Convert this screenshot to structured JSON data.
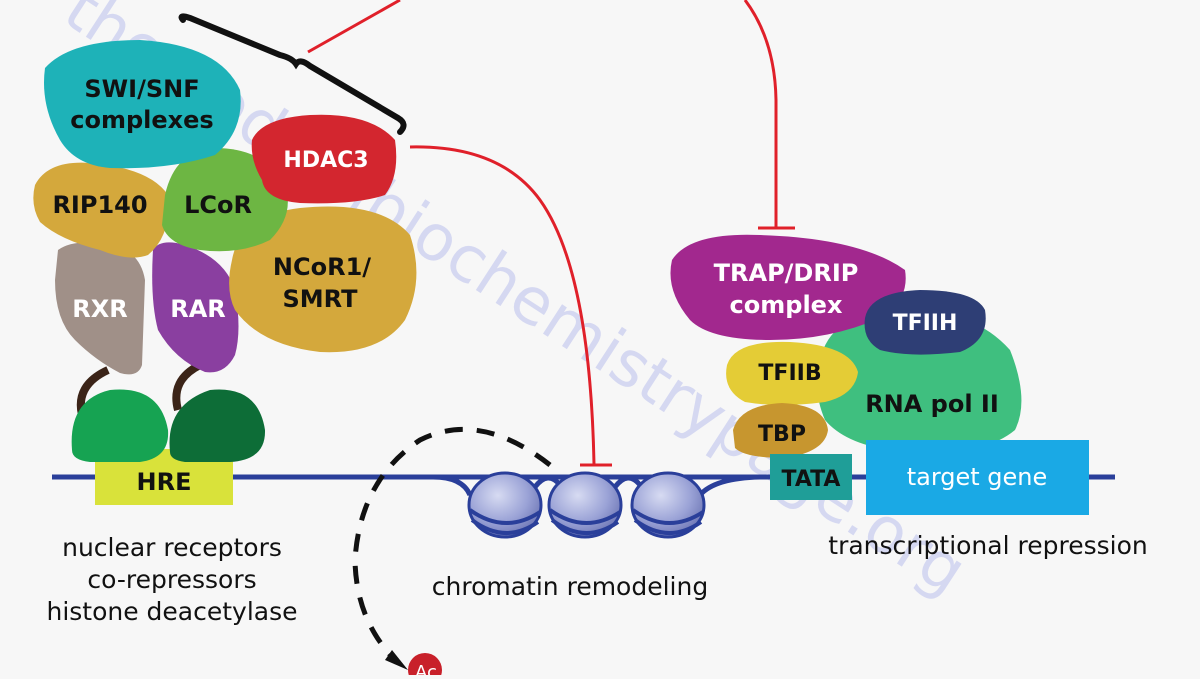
{
  "proteins": {
    "swi_snf": {
      "line1": "SWI/SNF",
      "line2": "complexes",
      "color": "#1eb2b8"
    },
    "hdac3": {
      "label": "HDAC3",
      "color": "#d3262f"
    },
    "rip140": {
      "label": "RIP140",
      "color": "#d4a83c"
    },
    "lcor": {
      "label": "LCoR",
      "color": "#6db643"
    },
    "ncor": {
      "line1": "NCoR1/",
      "line2": "SMRT",
      "color": "#d4a83c"
    },
    "rxr": {
      "label": "RXR",
      "color": "#a09088"
    },
    "rar": {
      "label": "RAR",
      "color": "#8a3fa0"
    },
    "trap_drip": {
      "line1": "TRAP/DRIP",
      "line2": "complex",
      "color": "#a2288e"
    },
    "tfiih": {
      "label": "TFIIH",
      "color": "#2e3e75"
    },
    "tfiib": {
      "label": "TFIIB",
      "color": "#e4cc36"
    },
    "rna_pol": {
      "label": "RNA pol II",
      "color": "#3fbf7f"
    },
    "tbp": {
      "label": "TBP",
      "color": "#c7962f"
    }
  },
  "dna_elements": {
    "hre": {
      "label": "HRE",
      "color": "#d9e23a"
    },
    "tata": {
      "label": "TATA",
      "color": "#1f9e98"
    },
    "target_gene": {
      "label": "target gene",
      "color": "#1aa9e5"
    }
  },
  "acetyl": {
    "label": "Ac",
    "color": "#c8202a"
  },
  "captions": {
    "left": [
      "nuclear receptors",
      "co-repressors",
      "histone deacetylase"
    ],
    "middle": "chromatin remodeling",
    "right": "transcriptional repression"
  },
  "watermark": "themedicalbiochemistrypage.org",
  "colors": {
    "dna": "#2a3f9a",
    "inhibition": "#e0202a",
    "nucleosome": "#8c95cf"
  }
}
